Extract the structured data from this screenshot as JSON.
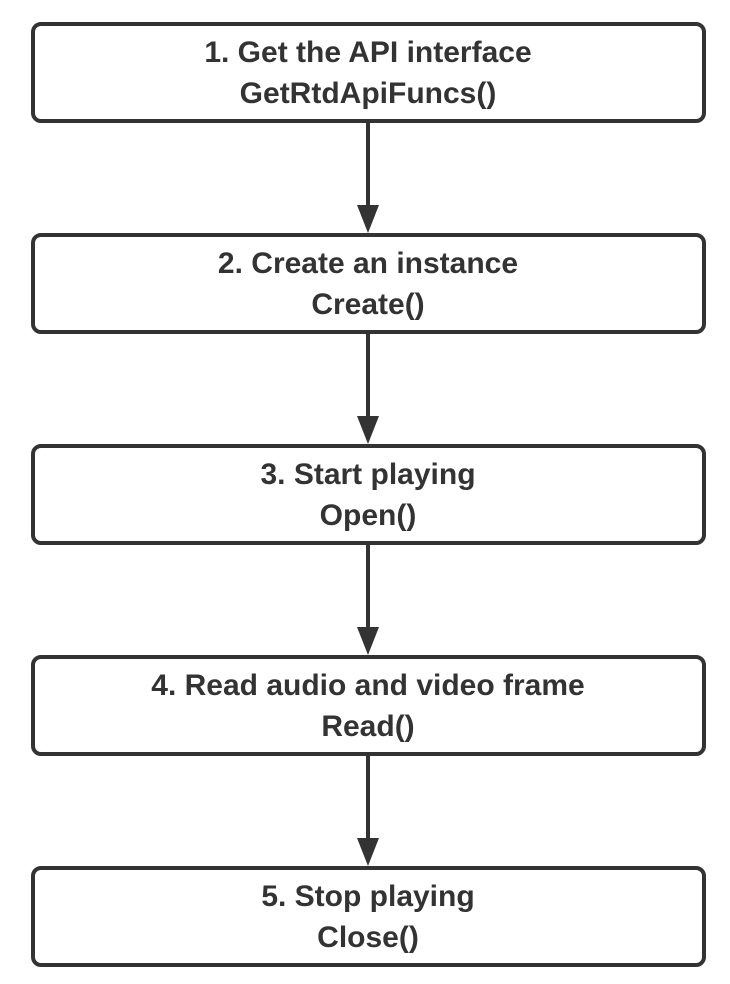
{
  "diagram": {
    "type": "flowchart",
    "direction": "top-to-bottom",
    "background_color": "#ffffff",
    "node_border_color": "#333333",
    "node_fill_color": "#ffffff",
    "text_color": "#333333",
    "arrow_color": "#333333",
    "steps": [
      {
        "title": "1. Get the API interface",
        "api": "GetRtdApiFuncs()"
      },
      {
        "title": "2. Create an instance",
        "api": "Create()"
      },
      {
        "title": "3. Start playing",
        "api": "Open()"
      },
      {
        "title": "4. Read audio and video frame",
        "api": "Read()"
      },
      {
        "title": "5. Stop playing",
        "api": "Close()"
      }
    ],
    "connections": [
      {
        "from": 1,
        "to": 2
      },
      {
        "from": 2,
        "to": 3
      },
      {
        "from": 3,
        "to": 4
      },
      {
        "from": 4,
        "to": 5
      }
    ]
  }
}
